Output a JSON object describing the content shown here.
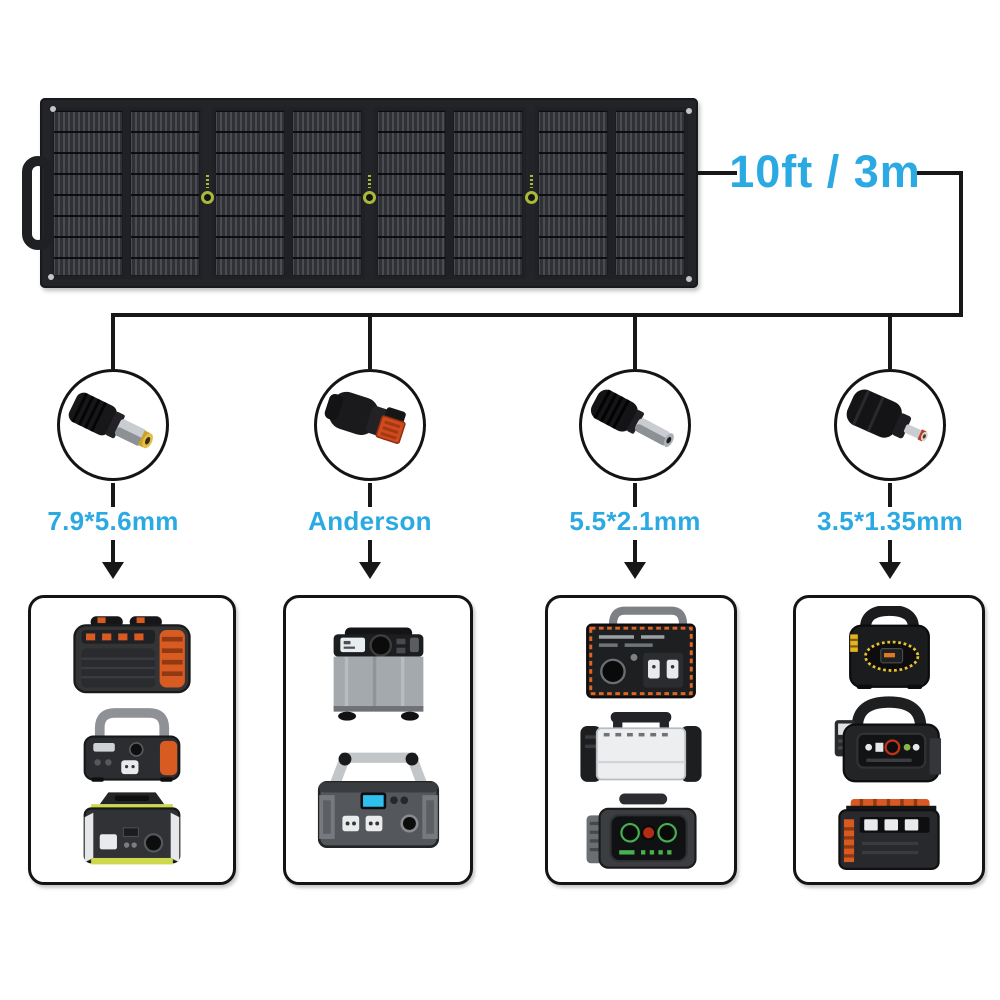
{
  "cable": {
    "length_label": "10ft / 3m"
  },
  "solar_panel": {
    "icon": "foldable-solar-panel",
    "sections": 4,
    "logo_icon": "green-ring-brand-logo",
    "handle_icon": "carry-strap-handle"
  },
  "connectors": [
    {
      "label": "7.9*5.6mm",
      "icon": "dc-barrel-plug-7.9x5.6mm-icon"
    },
    {
      "label": "Anderson",
      "icon": "anderson-connector-icon"
    },
    {
      "label": "5.5*2.1mm",
      "icon": "dc-barrel-plug-5.5x2.1mm-icon"
    },
    {
      "label": "3.5*1.35mm",
      "icon": "dc-barrel-plug-3.5x1.35mm-icon"
    }
  ],
  "device_groups": [
    {
      "connector_index": 0,
      "devices": [
        {
          "icon": "power-station-orange-trim"
        },
        {
          "icon": "power-station-arch-handle-orange-side"
        },
        {
          "icon": "power-station-yellow-stripes"
        }
      ]
    },
    {
      "connector_index": 1,
      "devices": [
        {
          "icon": "power-station-silver-cube"
        },
        {
          "icon": "power-station-gray-silver-handle"
        }
      ]
    },
    {
      "connector_index": 2,
      "devices": [
        {
          "icon": "power-station-orange-outline"
        },
        {
          "icon": "power-station-silver-horizontal"
        },
        {
          "icon": "power-station-rugged-green-dials"
        }
      ]
    },
    {
      "connector_index": 3,
      "devices": [
        {
          "icon": "power-station-yellow-display"
        },
        {
          "icon": "power-station-rugged-arch-handle"
        },
        {
          "icon": "power-station-orange-accents"
        }
      ]
    }
  ],
  "colors": {
    "accent_blue": "#2aa9e2",
    "line_black": "#171717",
    "logo_green": "#aab83c",
    "background": "#ffffff"
  }
}
